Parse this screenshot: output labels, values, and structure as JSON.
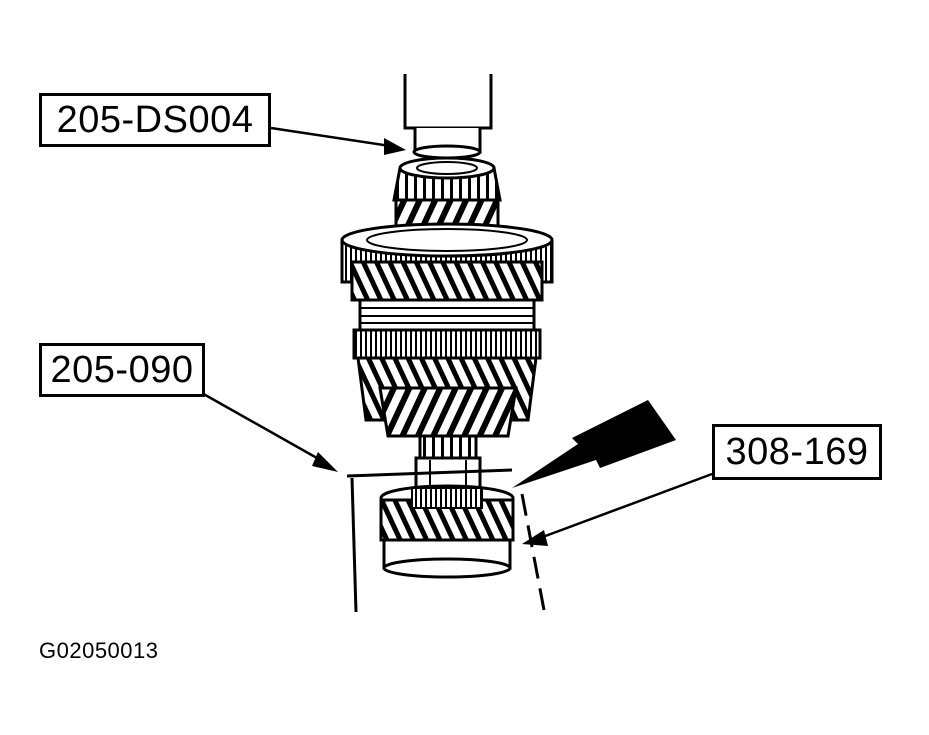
{
  "figure": {
    "figure_id": "G02050013"
  },
  "callouts": {
    "tool_top": "205-DS004",
    "tool_left": "205-090",
    "tool_right": "308-169"
  }
}
